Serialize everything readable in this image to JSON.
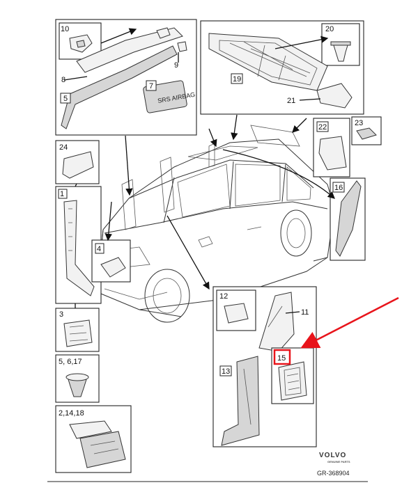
{
  "callouts": {
    "c10": "10",
    "c8": "8",
    "c5": "5",
    "c9": "9",
    "c7": "7",
    "c7badge": "SRS AIRBAG",
    "c20": "20",
    "c19": "19",
    "c21": "21",
    "c22": "22",
    "c23": "23",
    "c24": "24",
    "c16": "16",
    "c1": "1",
    "c4": "4",
    "c3": "3",
    "c12": "12",
    "c11": "11",
    "c15": "15",
    "c13": "13",
    "c5_6_17": "5, 6,17",
    "c2_14_18": "2,14,18"
  },
  "brand": {
    "name": "VOLVO",
    "tagline": "GENUINE PARTS"
  },
  "reference": "GR-368904",
  "colors": {
    "highlight": "#e8141b",
    "line": "#222222"
  }
}
